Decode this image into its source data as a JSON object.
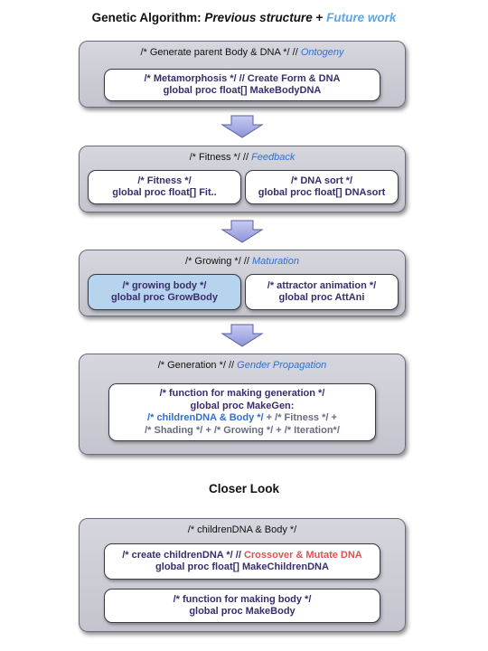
{
  "header": {
    "title_prefix": "Genetic Algorithm: ",
    "title_italic": "Previous structure",
    "title_plus": " + ",
    "title_future": "Future work"
  },
  "panels": [
    {
      "head": "/* Generate parent Body & DNA */ // ",
      "accent": "Ontogeny",
      "boxes": [
        {
          "lines": [
            "/* Metamorphosis */ // Create Form & DNA",
            "global proc float[] MakeBodyDNA"
          ]
        }
      ]
    },
    {
      "head": "/* Fitness */ // ",
      "accent": "Feedback",
      "boxes": [
        {
          "lines": [
            "/* Fitness */",
            "global proc float[] Fit.."
          ]
        },
        {
          "lines": [
            "/* DNA sort */",
            "global proc float[] DNAsort"
          ]
        }
      ]
    },
    {
      "head": "/* Growing */ // ",
      "accent": "Maturation",
      "boxes": [
        {
          "lines": [
            "/* growing body */",
            "global proc GrowBody"
          ]
        },
        {
          "lines": [
            "/* attractor animation */",
            "global proc AttAni"
          ]
        }
      ]
    },
    {
      "head": "/* Generation */ // ",
      "accent": "Gender Propagation",
      "boxes": [
        {
          "lines": [
            "/* function for making generation */",
            "global proc MakeGen:",
            "/* childrenDNA & Body */",
            " + /* Fitness */ +",
            "/* Shading */ + /* Growing */ + /* Iteration*/"
          ]
        }
      ]
    }
  ],
  "closer": {
    "title": "Closer Look",
    "head": "/* childrenDNA & Body */",
    "box1": {
      "prefix": "/* create childrenDNA */ // ",
      "accent": "Crossover & Mutate DNA",
      "line2": "global proc float[] MakeChildrenDNA"
    },
    "box2": {
      "lines": [
        "/* function for making body */",
        "global proc MakeBody"
      ]
    }
  },
  "colors": {
    "accent_blue": "#2f6fd0",
    "future_blue": "#5aa6e6",
    "accent_red": "#e05050",
    "highlight_box": "#b7d4ee",
    "panel_gray": "#cbcbd4",
    "arrow_fill": "#aab0e8"
  }
}
